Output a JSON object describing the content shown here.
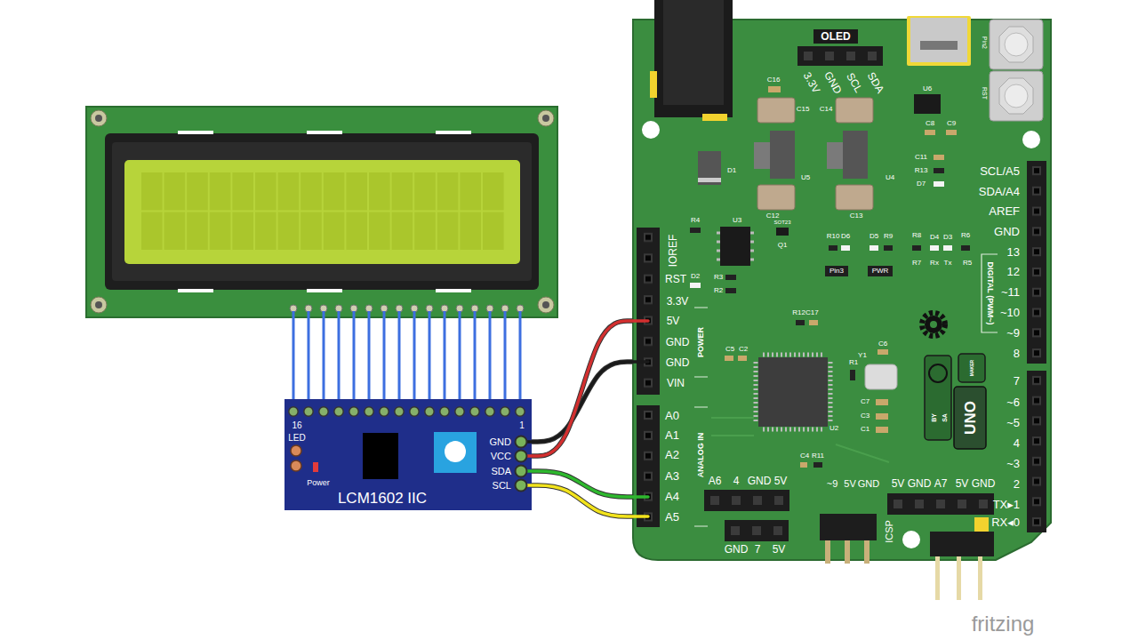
{
  "diagram": {
    "nodes": [
      {
        "text": [
          "LCM1602 IIC"
        ]
      },
      {
        "text": [
          "UNO"
        ]
      }
    ],
    "edges": [
      {
        "from": 0,
        "to": 1,
        "arrow": "none"
      },
      {
        "from": 0,
        "to": 1,
        "arrow": "none"
      },
      {
        "from": 0,
        "to": 1,
        "arrow": "none"
      },
      {
        "from": 0,
        "to": 1,
        "arrow": "none"
      }
    ],
    "labels": [
      "16",
      "LED",
      "Power",
      "GND",
      "VCC",
      "SDA",
      "SCL",
      "1",
      "OLED",
      "3.3V",
      "GND",
      "SCL",
      "SDA",
      "C16",
      "C15",
      "C14",
      "U5",
      "U4",
      "D1",
      "C12",
      "C13",
      "U6",
      "C8",
      "C9",
      "C11",
      "R13",
      "D7",
      "Pin2",
      "RST",
      "R4",
      "U3",
      "SOT23",
      "Q1",
      "R10",
      "D6",
      "D5",
      "R9",
      "R8",
      "D4",
      "D3",
      "R6",
      "R7",
      "Rx",
      "Tx",
      "R5",
      "Pin3",
      "PWR",
      "D2",
      "R3",
      "R2",
      "IOREF",
      "RST",
      "3.3V",
      "5V",
      "GND",
      "GND",
      "VIN",
      "POWER",
      "R12C17",
      "C5",
      "C2",
      "C6",
      "Y1",
      "R1",
      "C7",
      "C3",
      "C1",
      "U2",
      "C4",
      "R11",
      "A0",
      "A1",
      "A2",
      "A3",
      "A4",
      "A5",
      "ANALOG IN",
      "SCL/A5",
      "SDA/A4",
      "AREF",
      "GND",
      "13",
      "12",
      "~11",
      "~10",
      "~9",
      "8",
      "DIGITAL (PWM~)",
      "7",
      "~6",
      "~5",
      "4",
      "~3",
      "2",
      "TX▸1",
      "RX◂0",
      "A6",
      "4",
      "GND",
      "5V",
      "GND",
      "7",
      "5V",
      "~9",
      "5V",
      "GND",
      "ICSP",
      "5V",
      "GND",
      "A7",
      "5V",
      "GND",
      "MAKER",
      "BY",
      "SA",
      "fritzing"
    ]
  }
}
